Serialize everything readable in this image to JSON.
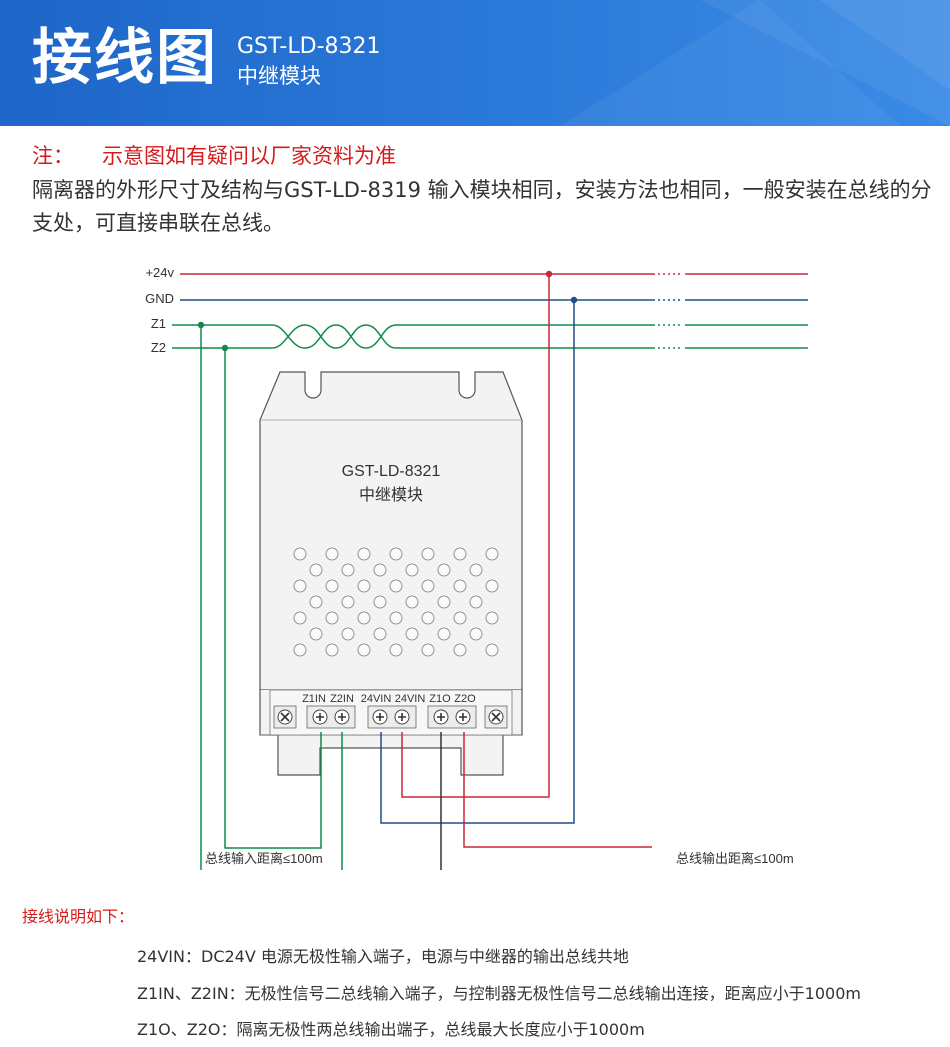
{
  "header": {
    "title": "接线图",
    "model": "GST-LD-8321",
    "name": "中继模块"
  },
  "note": {
    "label": "注：",
    "text": "示意图如有疑问以厂家资料为准"
  },
  "description": "隔离器的外形尺寸及结构与GST-LD-8319 输入模块相同，安装方法也相同，一般安装在总线的分支处，可直接串联在总线。",
  "diagram": {
    "bus_labels": [
      "+24v",
      "GND",
      "Z1",
      "Z2"
    ],
    "device_model": "GST-LD-8321",
    "device_name": "中继模块",
    "terminals": [
      "Z1IN",
      "Z2IN",
      "24VIN",
      "24VIN",
      "Z1O",
      "Z2O"
    ],
    "input_note": "总线输入距离≤100m",
    "output_note": "总线输出距离≤100m",
    "colors": {
      "red": "#c8283a",
      "blue": "#1f4e8c",
      "green": "#0f8a4a",
      "black": "#333333"
    }
  },
  "wiring": {
    "title": "接线说明如下：",
    "lines": [
      "24VIN：DC24V 电源无极性输入端子，电源与中继器的输出总线共地",
      "Z1IN、Z2IN：无极性信号二总线输入端子，与控制器无极性信号二总线输出连接，距离应小于1000m",
      "Z1O、Z2O：隔离无极性两总线输出端子，总线最大长度应小于1000m"
    ]
  }
}
